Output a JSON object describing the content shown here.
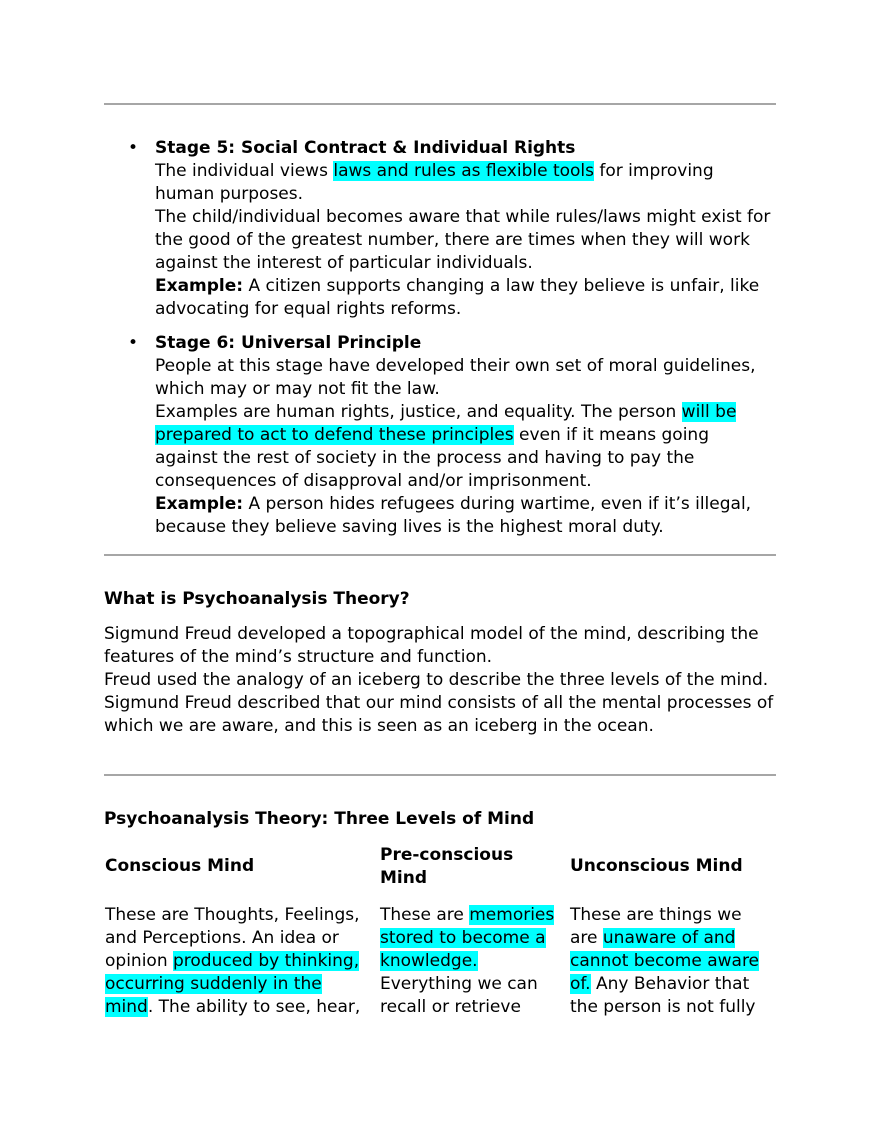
{
  "stages": [
    {
      "title": "Stage 5: Social Contract & Individual Rights",
      "line1_pre": "The individual views ",
      "line1_hl": "laws and rules as flexible tools",
      "line1_post": " for improving human purposes.",
      "para2": "The child/individual becomes aware that while rules/laws might exist for the good of the greatest number, there are times when they will work against the interest of particular individuals.",
      "example_label": "Example:",
      "example_text": " A citizen supports changing a law they believe is unfair, like advocating for equal rights reforms."
    },
    {
      "title": "Stage 6: Universal Principle",
      "para1": "People at this stage have developed their own set of moral guidelines, which may or may not fit the law.",
      "para2_pre": "Examples are human rights, justice, and equality. The person ",
      "para2_hl": "will be prepared to act to defend these principles",
      "para2_post": " even if it means going against the rest of society in the process and having to pay the consequences of disapproval and/or imprisonment.",
      "example_label": "Example:",
      "example_text": " A person hides refugees during wartime, even if it’s illegal, because they believe saving lives is the highest moral duty."
    }
  ],
  "bullet_char": "•",
  "psycho": {
    "heading": "What is Psychoanalysis Theory?",
    "p1": "Sigmund Freud developed a topographical model of the mind, describing the features of the mind’s structure and function.",
    "p2": "Freud used the analogy of an iceberg to describe the three levels of the mind.",
    "p3": "Sigmund Freud described that our mind consists of all the mental processes of which we are aware, and this is seen as an iceberg in the ocean."
  },
  "levels": {
    "heading": "Psychoanalysis Theory: Three Levels of Mind",
    "columns": [
      {
        "header": "Conscious Mind",
        "pre": "These are Thoughts, Feelings, and Perceptions. An idea or opinion ",
        "hl": "produced by thinking, occurring suddenly in the mind",
        "post": ". The ability to see, hear,"
      },
      {
        "header": "Pre-conscious Mind",
        "pre": "These are ",
        "hl": "memories stored to become a knowledge.",
        "post": " Everything we can recall or retrieve"
      },
      {
        "header": "Unconscious Mind",
        "pre": "These are things we are ",
        "hl": "unaware of and cannot become aware of.",
        "post": " Any Behavior that the person is not fully"
      }
    ]
  }
}
